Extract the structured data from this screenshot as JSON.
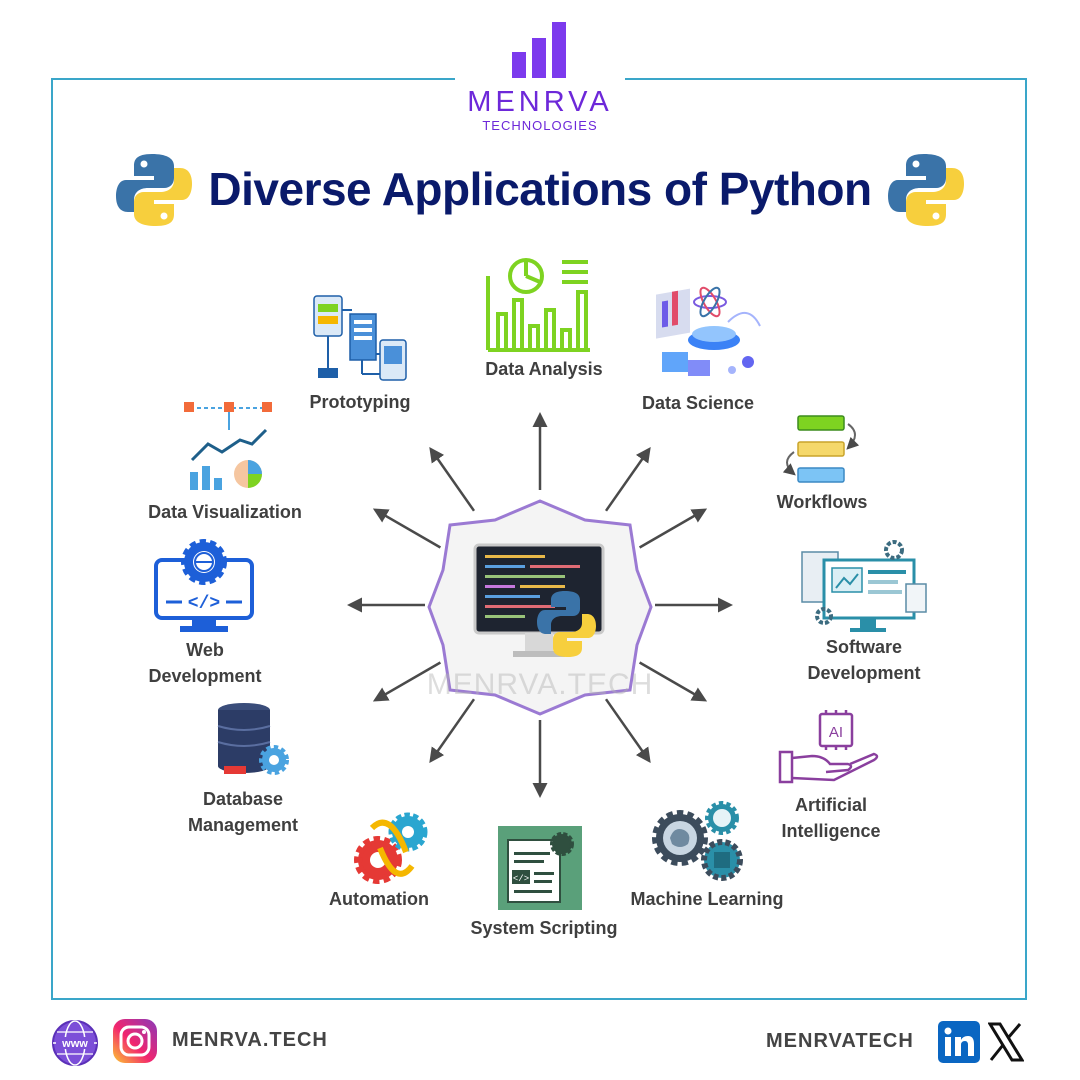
{
  "brand": {
    "name": "MENRVA",
    "sub": "TECHNOLOGIES"
  },
  "title": "Diverse Applications of Python",
  "center": {
    "watermark": "MENRVA.TECH"
  },
  "items": [
    {
      "id": "data-analysis",
      "label": "Data Analysis"
    },
    {
      "id": "data-science",
      "label": "Data Science"
    },
    {
      "id": "workflows",
      "label": "Workflows"
    },
    {
      "id": "software-development",
      "label": "Software\nDevelopment"
    },
    {
      "id": "artificial-intelligence",
      "label": "Artificial\nIntelligence"
    },
    {
      "id": "machine-learning",
      "label": "Machine Learning"
    },
    {
      "id": "system-scripting",
      "label": "System Scripting"
    },
    {
      "id": "automation",
      "label": "Automation"
    },
    {
      "id": "database-management",
      "label": "Database\nManagement"
    },
    {
      "id": "web-development",
      "label": "Web\nDevelopment"
    },
    {
      "id": "data-visualization",
      "label": "Data Visualization"
    },
    {
      "id": "prototyping",
      "label": "Prototyping"
    }
  ],
  "footer": {
    "left_handle": "MENRVA.TECH",
    "right_handle": "MENRVATECH",
    "www": "www"
  },
  "colors": {
    "brand_purple": "#7c3aed",
    "title_navy": "#0a1a6b",
    "frame": "#3aa6c9",
    "label": "#3f3f3f"
  }
}
